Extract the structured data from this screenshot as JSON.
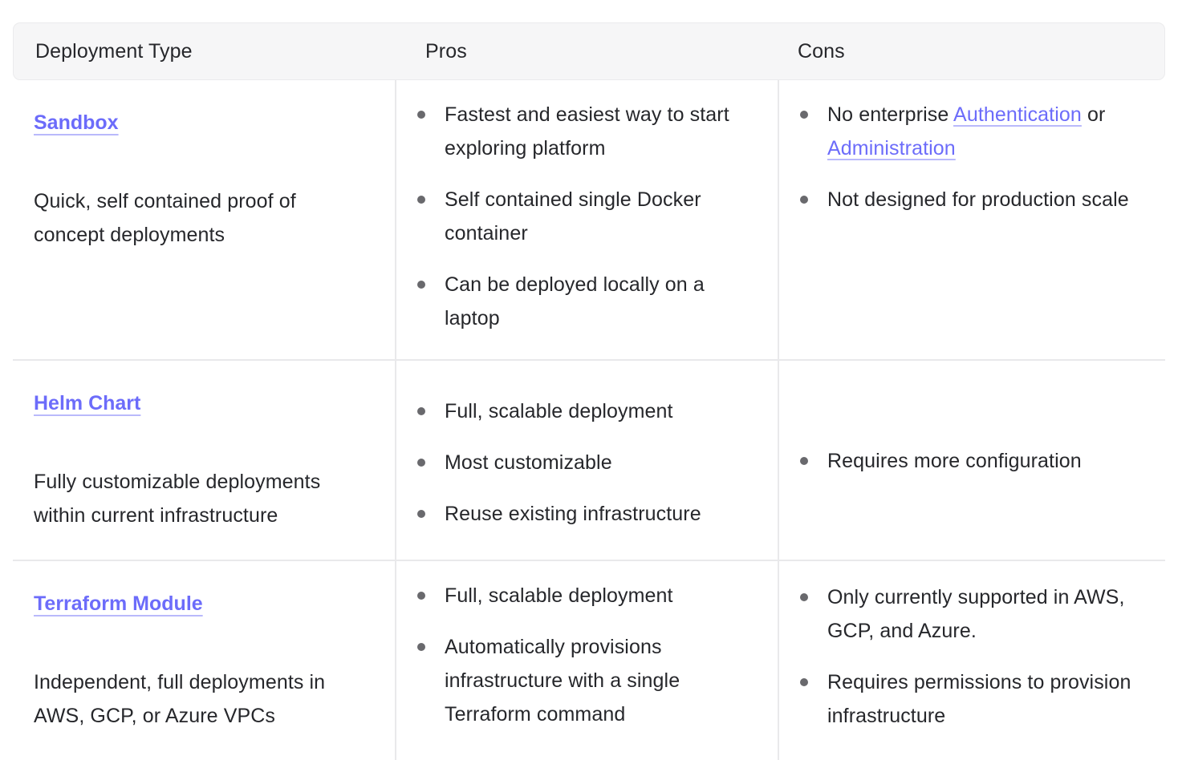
{
  "table": {
    "columns": [
      {
        "id": "deployment-type",
        "label": "Deployment Type"
      },
      {
        "id": "pros",
        "label": "Pros"
      },
      {
        "id": "cons",
        "label": "Cons"
      }
    ],
    "link_color": "#6c6cfa",
    "text_color": "#26272b",
    "header_bg": "#f6f6f7",
    "border_color": "#e9e9eb",
    "bullet_color": "#69696d",
    "rows": [
      {
        "id": "sandbox",
        "type_link": "Sandbox",
        "description": "Quick, self contained proof of concept deployments",
        "pros": [
          "Fastest and easiest way to start exploring platform",
          "Self contained single Docker container",
          "Can be deployed locally on a laptop"
        ],
        "cons_rich": [
          {
            "segments": [
              {
                "text": "No enterprise ",
                "link": false
              },
              {
                "text": "Authentication",
                "link": true
              },
              {
                "text": " or ",
                "link": false
              },
              {
                "text": "Administration",
                "link": true
              }
            ]
          },
          {
            "segments": [
              {
                "text": "Not designed for production scale",
                "link": false
              }
            ]
          }
        ]
      },
      {
        "id": "helm-chart",
        "type_link": "Helm Chart",
        "description": "Fully customizable deployments within current infrastructure",
        "pros": [
          "Full, scalable deployment",
          "Most customizable",
          "Reuse existing infrastructure"
        ],
        "cons_rich": [
          {
            "segments": [
              {
                "text": "Requires more configuration",
                "link": false
              }
            ]
          }
        ]
      },
      {
        "id": "terraform-module",
        "type_link": "Terraform Module",
        "description": "Independent, full deployments in AWS, GCP, or Azure VPCs",
        "pros": [
          "Full, scalable deployment",
          "Automatically provisions infrastructure with a single Terraform command"
        ],
        "cons_rich": [
          {
            "segments": [
              {
                "text": "Only currently supported in AWS, GCP, and Azure.",
                "link": false
              }
            ]
          },
          {
            "segments": [
              {
                "text": "Requires permissions to provision infrastructure",
                "link": false
              }
            ]
          }
        ]
      }
    ]
  }
}
